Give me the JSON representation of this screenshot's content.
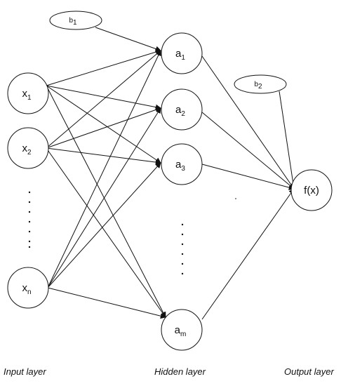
{
  "layers": {
    "input": "Input layer",
    "hidden": "Hidden layer",
    "output": "Output layer"
  },
  "nodes": {
    "x1": {
      "base": "x",
      "sub": "1"
    },
    "x2": {
      "base": "x",
      "sub": "2"
    },
    "xn": {
      "base": "x",
      "sub": "n"
    },
    "a1": {
      "base": "a",
      "sub": "1"
    },
    "a2": {
      "base": "a",
      "sub": "2"
    },
    "a3": {
      "base": "a",
      "sub": "3"
    },
    "am": {
      "base": "a",
      "sub": "m"
    },
    "fx": {
      "base": "f(x)",
      "sub": ""
    },
    "b1": {
      "base": "b",
      "sub": "1"
    },
    "b2": {
      "base": "b",
      "sub": "2"
    }
  },
  "edges": [
    [
      "x1",
      "a1"
    ],
    [
      "x1",
      "a2"
    ],
    [
      "x1",
      "a3"
    ],
    [
      "x1",
      "am"
    ],
    [
      "x2",
      "a1"
    ],
    [
      "x2",
      "a2"
    ],
    [
      "x2",
      "a3"
    ],
    [
      "x2",
      "am"
    ],
    [
      "xn",
      "a1"
    ],
    [
      "xn",
      "a2"
    ],
    [
      "xn",
      "a3"
    ],
    [
      "xn",
      "am"
    ],
    [
      "a1",
      "fx"
    ],
    [
      "a2",
      "fx"
    ],
    [
      "a3",
      "fx"
    ],
    [
      "am",
      "fx"
    ],
    [
      "b1",
      "a1"
    ],
    [
      "b2",
      "fx"
    ]
  ]
}
